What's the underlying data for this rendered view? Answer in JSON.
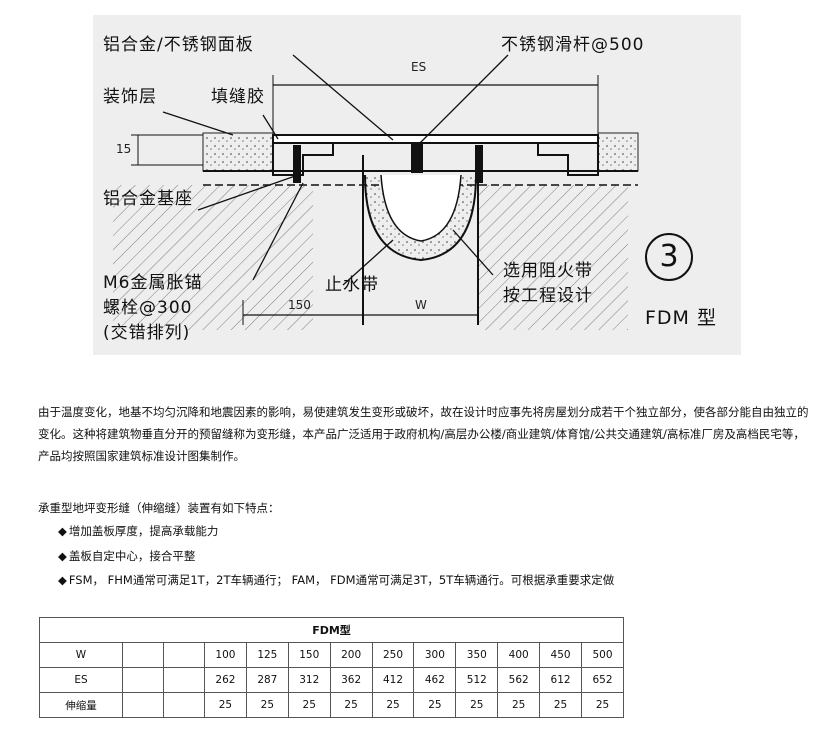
{
  "drawing": {
    "labels": {
      "top_left": "铝合金/不锈钢面板",
      "top_right": "不锈钢滑杆@500",
      "decor": "装饰层",
      "filler": "填缝胶",
      "base": "铝合金基座",
      "anchor_1": "M6金属胀锚",
      "anchor_2": "螺栓@300",
      "anchor_3": "(交错排列)",
      "waterstop": "止水带",
      "fire_1": "选用阻火带",
      "fire_2": "按工程设计",
      "circle_num": "3",
      "type": "FDM 型"
    },
    "dims": {
      "es": "ES",
      "d15": "15",
      "d150": "150",
      "w": "W"
    }
  },
  "text": {
    "para1": "由于温度变化，地基不均匀沉降和地震因素的影响，易使建筑发生变形或破坏，故在设计时应事先将房屋划分成若干个独立部分，使各部分能自由独立的变化。这种将建筑物垂直分开的预留缝称为变形缝，本产品广泛适用于政府机构/高层办公楼/商业建筑/体育馆/公共交通建筑/高标准厂房及高档民宅等，产品均按照国家建筑标准设计图集制作。",
    "para2": "承重型地坪变形缝（伸缩缝）装置有如下特点：",
    "bullets": [
      "增加盖板厚度，提高承载能力",
      "盖板自定中心，接合平整",
      "FSM， FHM通常可满足1T，2T车辆通行； FAM， FDM通常可满足3T，5T车辆通行。可根据承重要求定做"
    ]
  },
  "table": {
    "title": "FDM型",
    "rows": [
      {
        "label": "W",
        "values": [
          "100",
          "125",
          "150",
          "200",
          "250",
          "300",
          "350",
          "400",
          "450",
          "500"
        ]
      },
      {
        "label": "ES",
        "values": [
          "262",
          "287",
          "312",
          "362",
          "412",
          "462",
          "512",
          "562",
          "612",
          "652"
        ]
      },
      {
        "label": "伸缩量",
        "values": [
          "25",
          "25",
          "25",
          "25",
          "25",
          "25",
          "25",
          "25",
          "25",
          "25"
        ]
      }
    ]
  }
}
